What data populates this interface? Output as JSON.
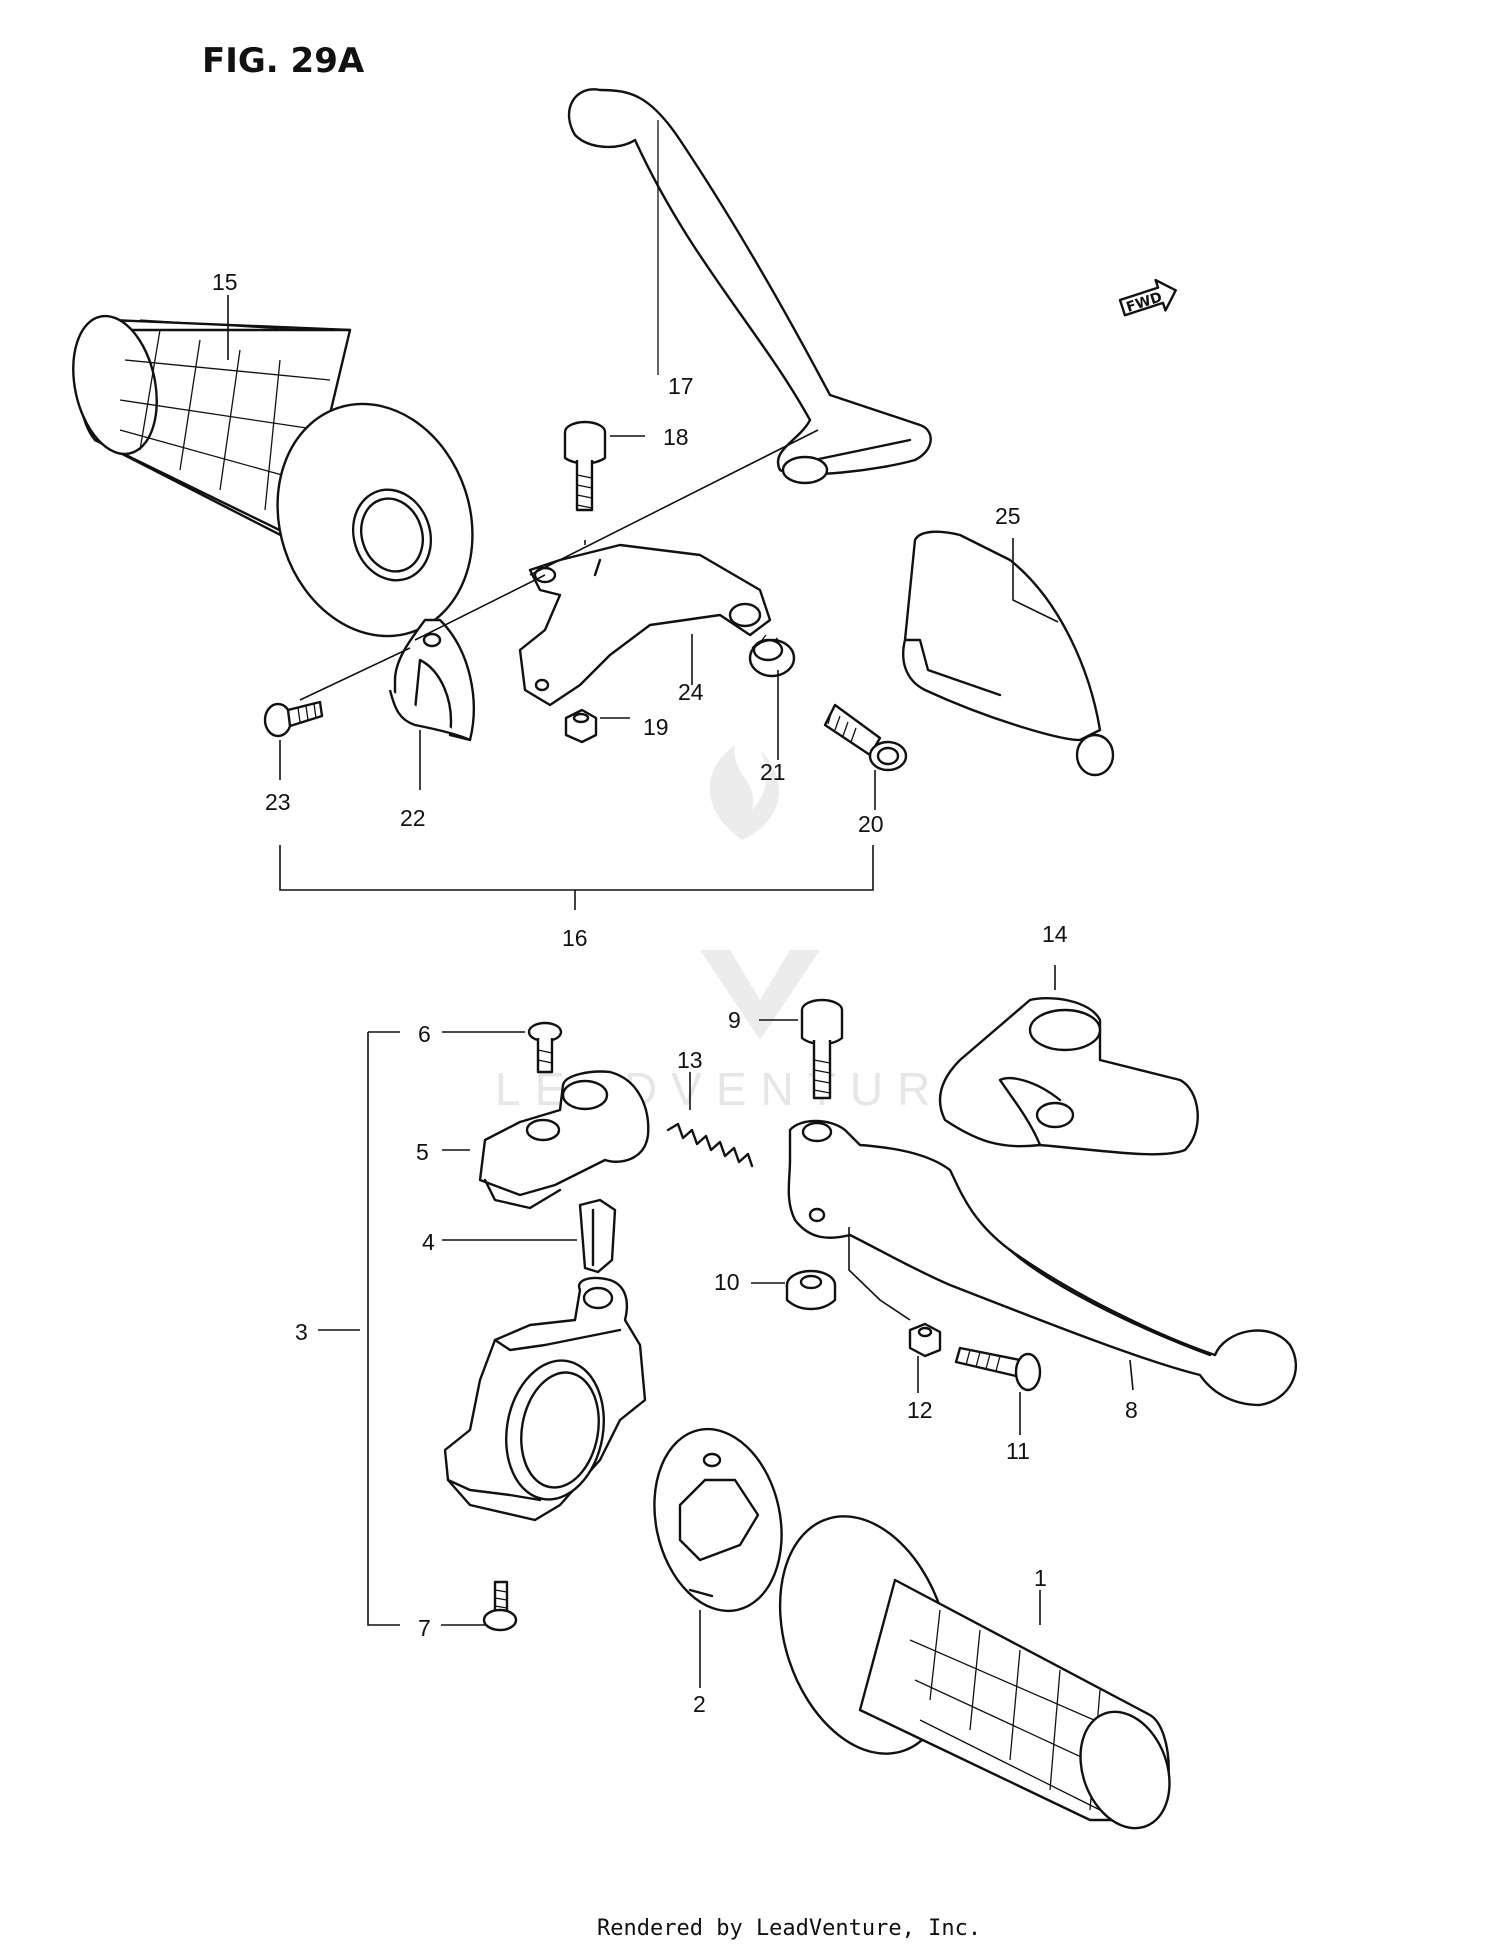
{
  "figure_title": "FIG. 29A",
  "fwd_label": "FWD",
  "watermark": "LEADVENTURE",
  "footer": "Rendered by LeadVenture, Inc.",
  "callouts": {
    "c1": "1",
    "c2": "2",
    "c3": "3",
    "c4": "4",
    "c5": "5",
    "c6": "6",
    "c7": "7",
    "c8": "8",
    "c9": "9",
    "c10": "10",
    "c11": "11",
    "c12": "12",
    "c13": "13",
    "c14": "14",
    "c15": "15",
    "c16": "16",
    "c17": "17",
    "c18": "18",
    "c19": "19",
    "c20": "20",
    "c21": "21",
    "c22": "22",
    "c23": "23",
    "c24": "24",
    "c25": "25"
  }
}
